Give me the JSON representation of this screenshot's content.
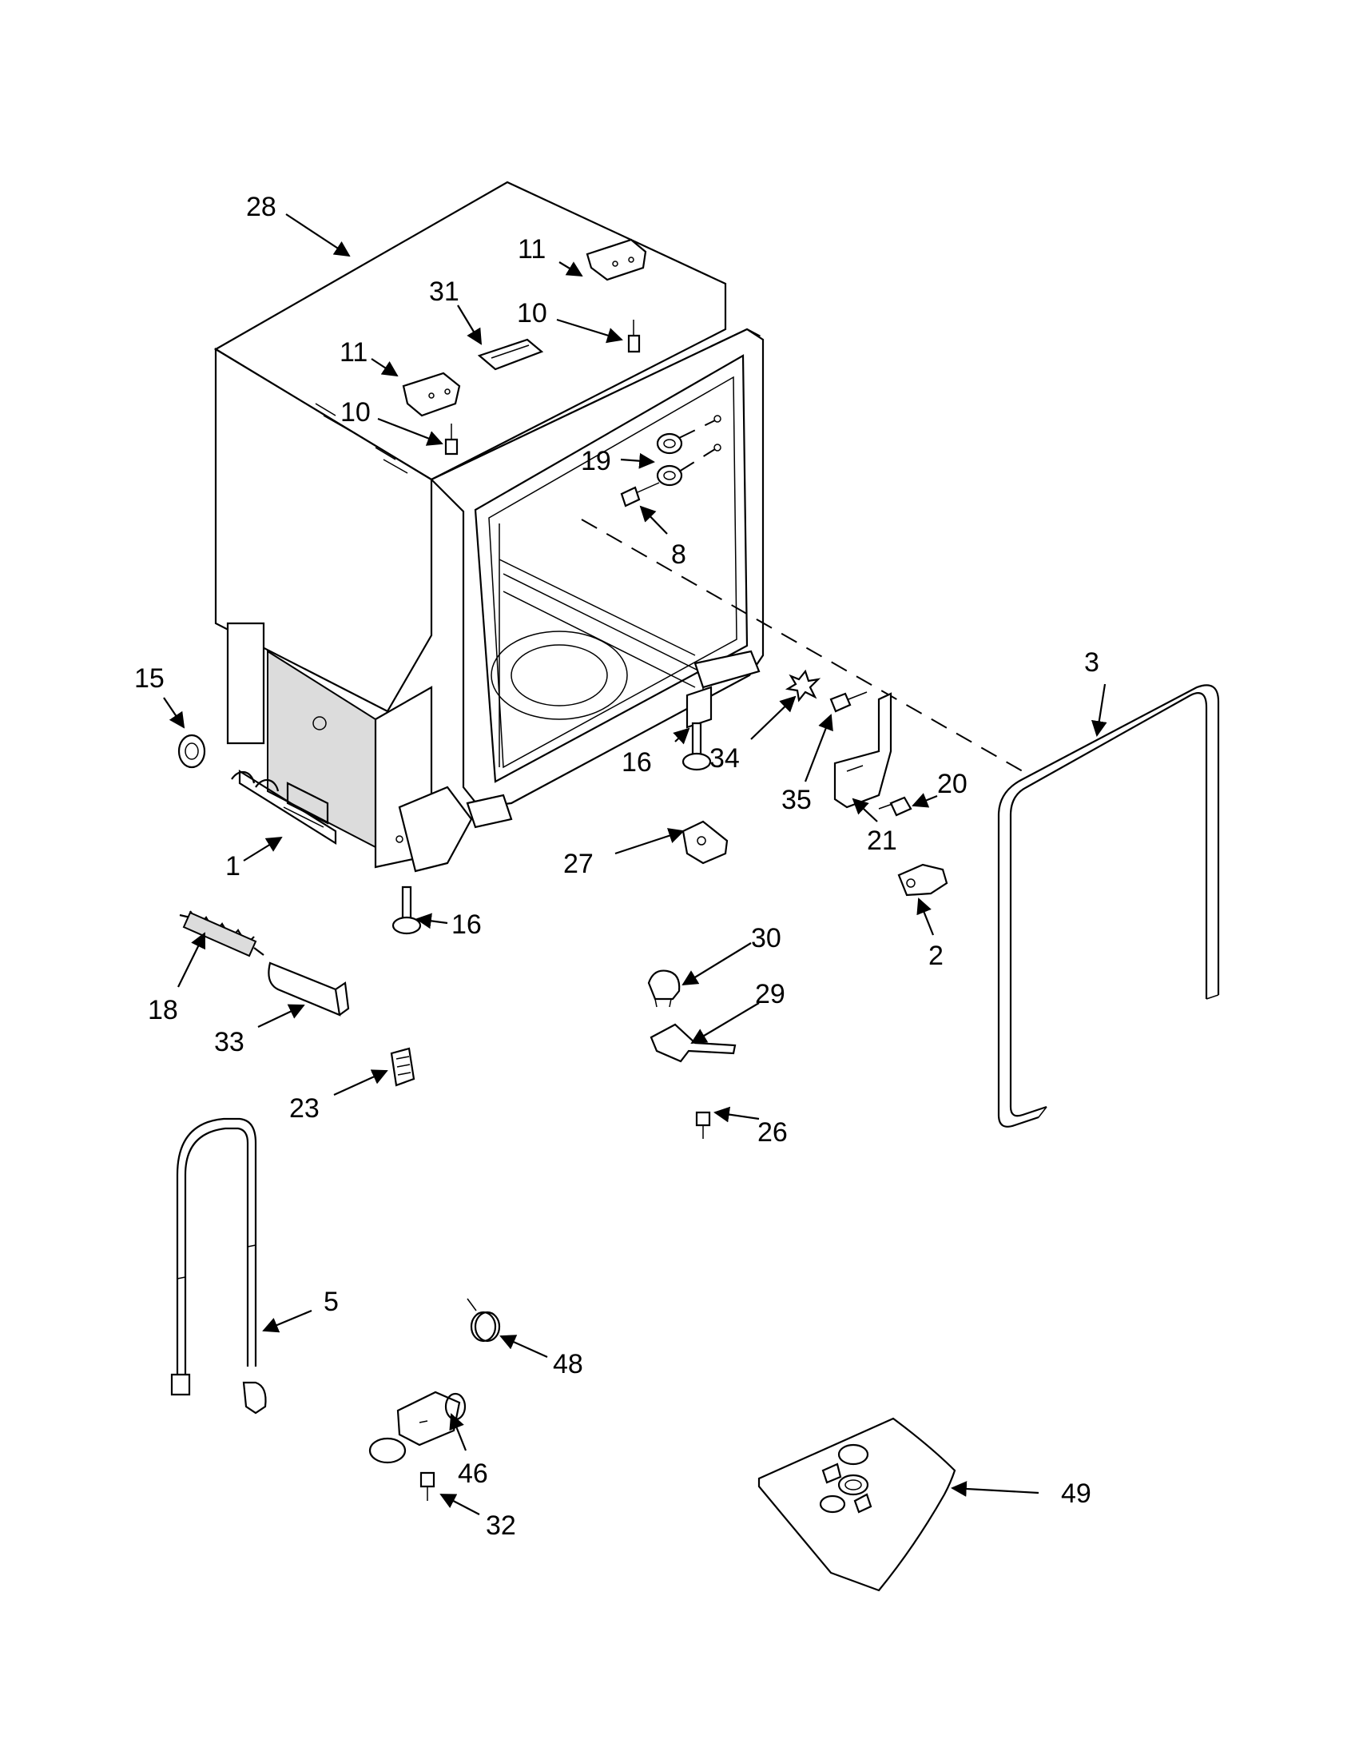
{
  "diagram": {
    "callouts": [
      {
        "id": "c28",
        "text": "28"
      },
      {
        "id": "c11a",
        "text": "11"
      },
      {
        "id": "c31",
        "text": "31"
      },
      {
        "id": "c10a",
        "text": "10"
      },
      {
        "id": "c11b",
        "text": "11"
      },
      {
        "id": "c10b",
        "text": "10"
      },
      {
        "id": "c19",
        "text": "19"
      },
      {
        "id": "c8",
        "text": "8"
      },
      {
        "id": "c3",
        "text": "3"
      },
      {
        "id": "c15",
        "text": "15"
      },
      {
        "id": "c16a",
        "text": "16"
      },
      {
        "id": "c34",
        "text": "34"
      },
      {
        "id": "c35",
        "text": "35"
      },
      {
        "id": "c20",
        "text": "20"
      },
      {
        "id": "c21",
        "text": "21"
      },
      {
        "id": "c1",
        "text": "1"
      },
      {
        "id": "c27",
        "text": "27"
      },
      {
        "id": "c16b",
        "text": "16"
      },
      {
        "id": "c2",
        "text": "2"
      },
      {
        "id": "c30",
        "text": "30"
      },
      {
        "id": "c18",
        "text": "18"
      },
      {
        "id": "c29",
        "text": "29"
      },
      {
        "id": "c33",
        "text": "33"
      },
      {
        "id": "c23",
        "text": "23"
      },
      {
        "id": "c26",
        "text": "26"
      },
      {
        "id": "c5",
        "text": "5"
      },
      {
        "id": "c48",
        "text": "48"
      },
      {
        "id": "c46",
        "text": "46"
      },
      {
        "id": "c49",
        "text": "49"
      },
      {
        "id": "c32",
        "text": "32"
      }
    ]
  }
}
